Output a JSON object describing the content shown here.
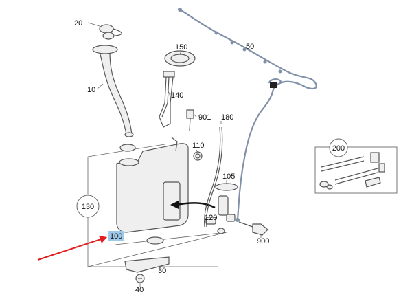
{
  "diagram": {
    "labels": {
      "p10": "10",
      "p20": "20",
      "p30": "30",
      "p40": "40",
      "p50": "50",
      "p100": "100",
      "p105": "105",
      "p110": "110",
      "p120": "120",
      "p130": "130",
      "p140": "140",
      "p150": "150",
      "p180": "180",
      "p200": "200",
      "p900": "900",
      "p901": "901"
    },
    "colors": {
      "highlight": "#9ec9e8",
      "pointer_arrow": "#e02020",
      "hose": "#8090a8"
    }
  }
}
